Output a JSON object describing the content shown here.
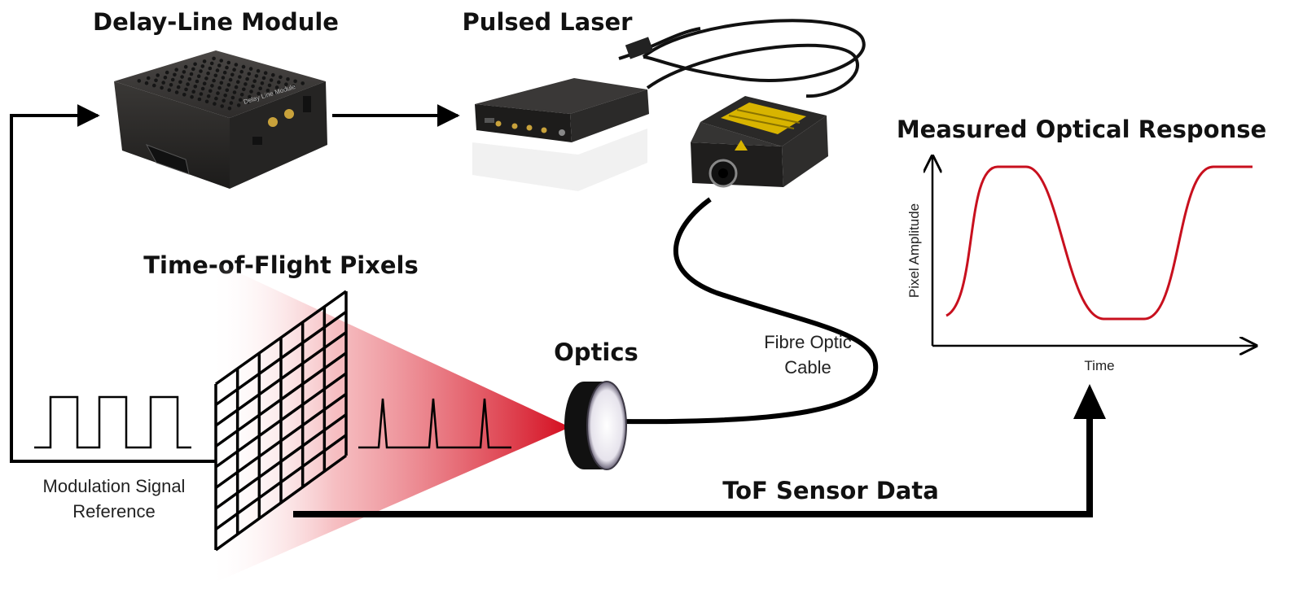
{
  "labels": {
    "delay_line_module": "Delay-Line Module",
    "pulsed_laser": "Pulsed Laser",
    "measured_optical_response": "Measured Optical Response",
    "time_of_flight_pixels": "Time-of-Flight Pixels",
    "optics": "Optics",
    "fibre_optic_line1": "Fibre Optic",
    "fibre_optic_line2": "Cable",
    "modulation_line1": "Modulation Signal",
    "modulation_line2": "Reference",
    "tof_sensor_data": "ToF Sensor Data"
  },
  "graph": {
    "ylabel": "Pixel Amplitude",
    "xlabel": "Time"
  },
  "device_text": {
    "delay_line_panel": "Delay Line Module"
  },
  "colors": {
    "accent_red": "#d0021b",
    "response_curve": "#c8101e",
    "arrow": "#000000",
    "device_body": "#2a2a2a",
    "laser_window": "#d8b400"
  },
  "icons": {
    "delay_line_module": "delay-line-box-icon",
    "pulsed_laser": "laser-driver-box-icon",
    "laser_head": "laser-head-icon",
    "optics": "lens-icon",
    "pixel_grid": "sensor-grid-icon"
  }
}
